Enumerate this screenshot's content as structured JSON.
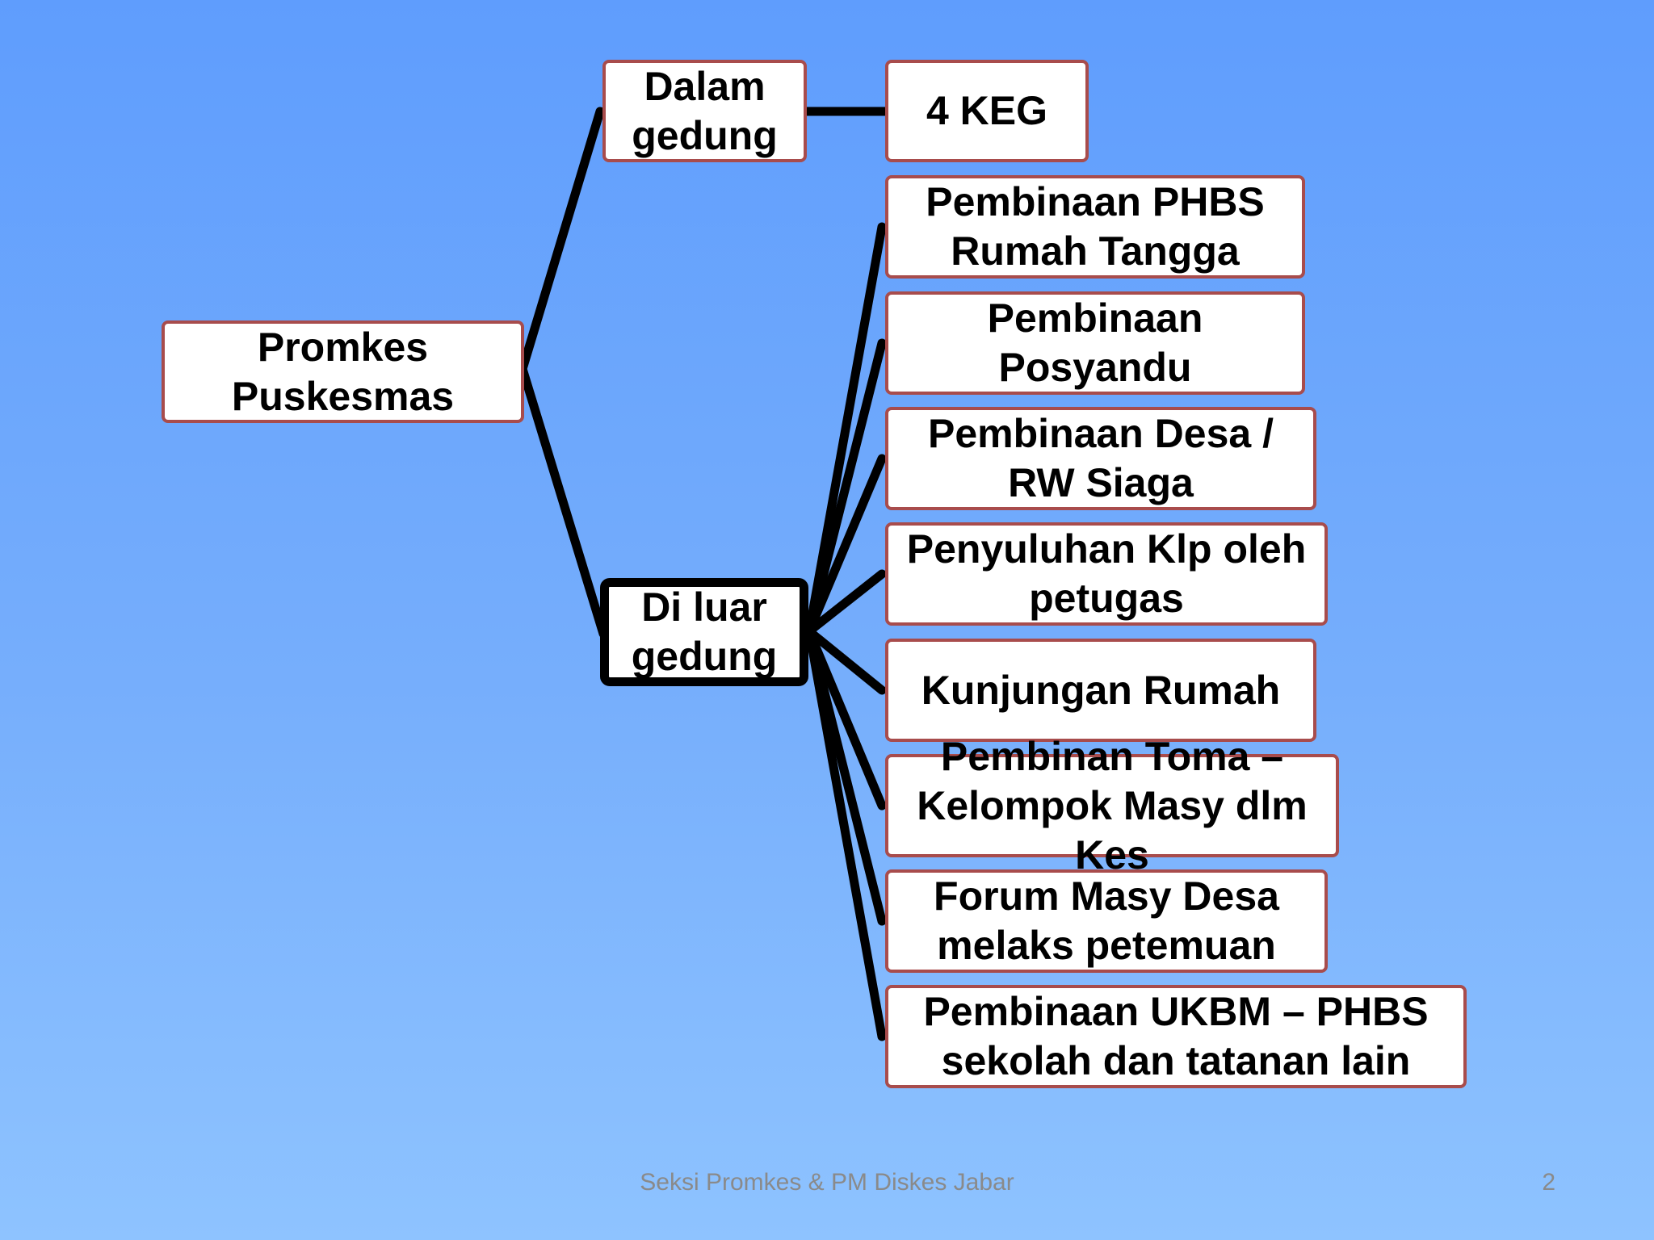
{
  "diagram": {
    "root": "Promkes\nPuskesmas",
    "inside": "Dalam\ngedung",
    "inside_child": "4 KEG",
    "outside": "Di luar\ngedung",
    "outside_children": [
      "Pembinaan PHBS\nRumah Tangga",
      "Pembinaan\nPosyandu",
      "Pembinaan Desa /\nRW Siaga",
      "Penyuluhan Klp oleh\npetugas",
      "Kunjungan Rumah",
      "Pembinan Toma –\nKelompok Masy  dlm\nKes",
      "Forum Masy Desa\nmelaks petemuan",
      "Pembinaan UKBM – PHBS\nsekolah dan tatanan lain"
    ]
  },
  "footer": {
    "text": "Seksi Promkes & PM Diskes Jabar",
    "page": "2"
  },
  "colors": {
    "background_top": "#5f9dfd",
    "background_bottom": "#8ec3ff",
    "node_border": "#a84c4c",
    "connector": "#000000"
  }
}
